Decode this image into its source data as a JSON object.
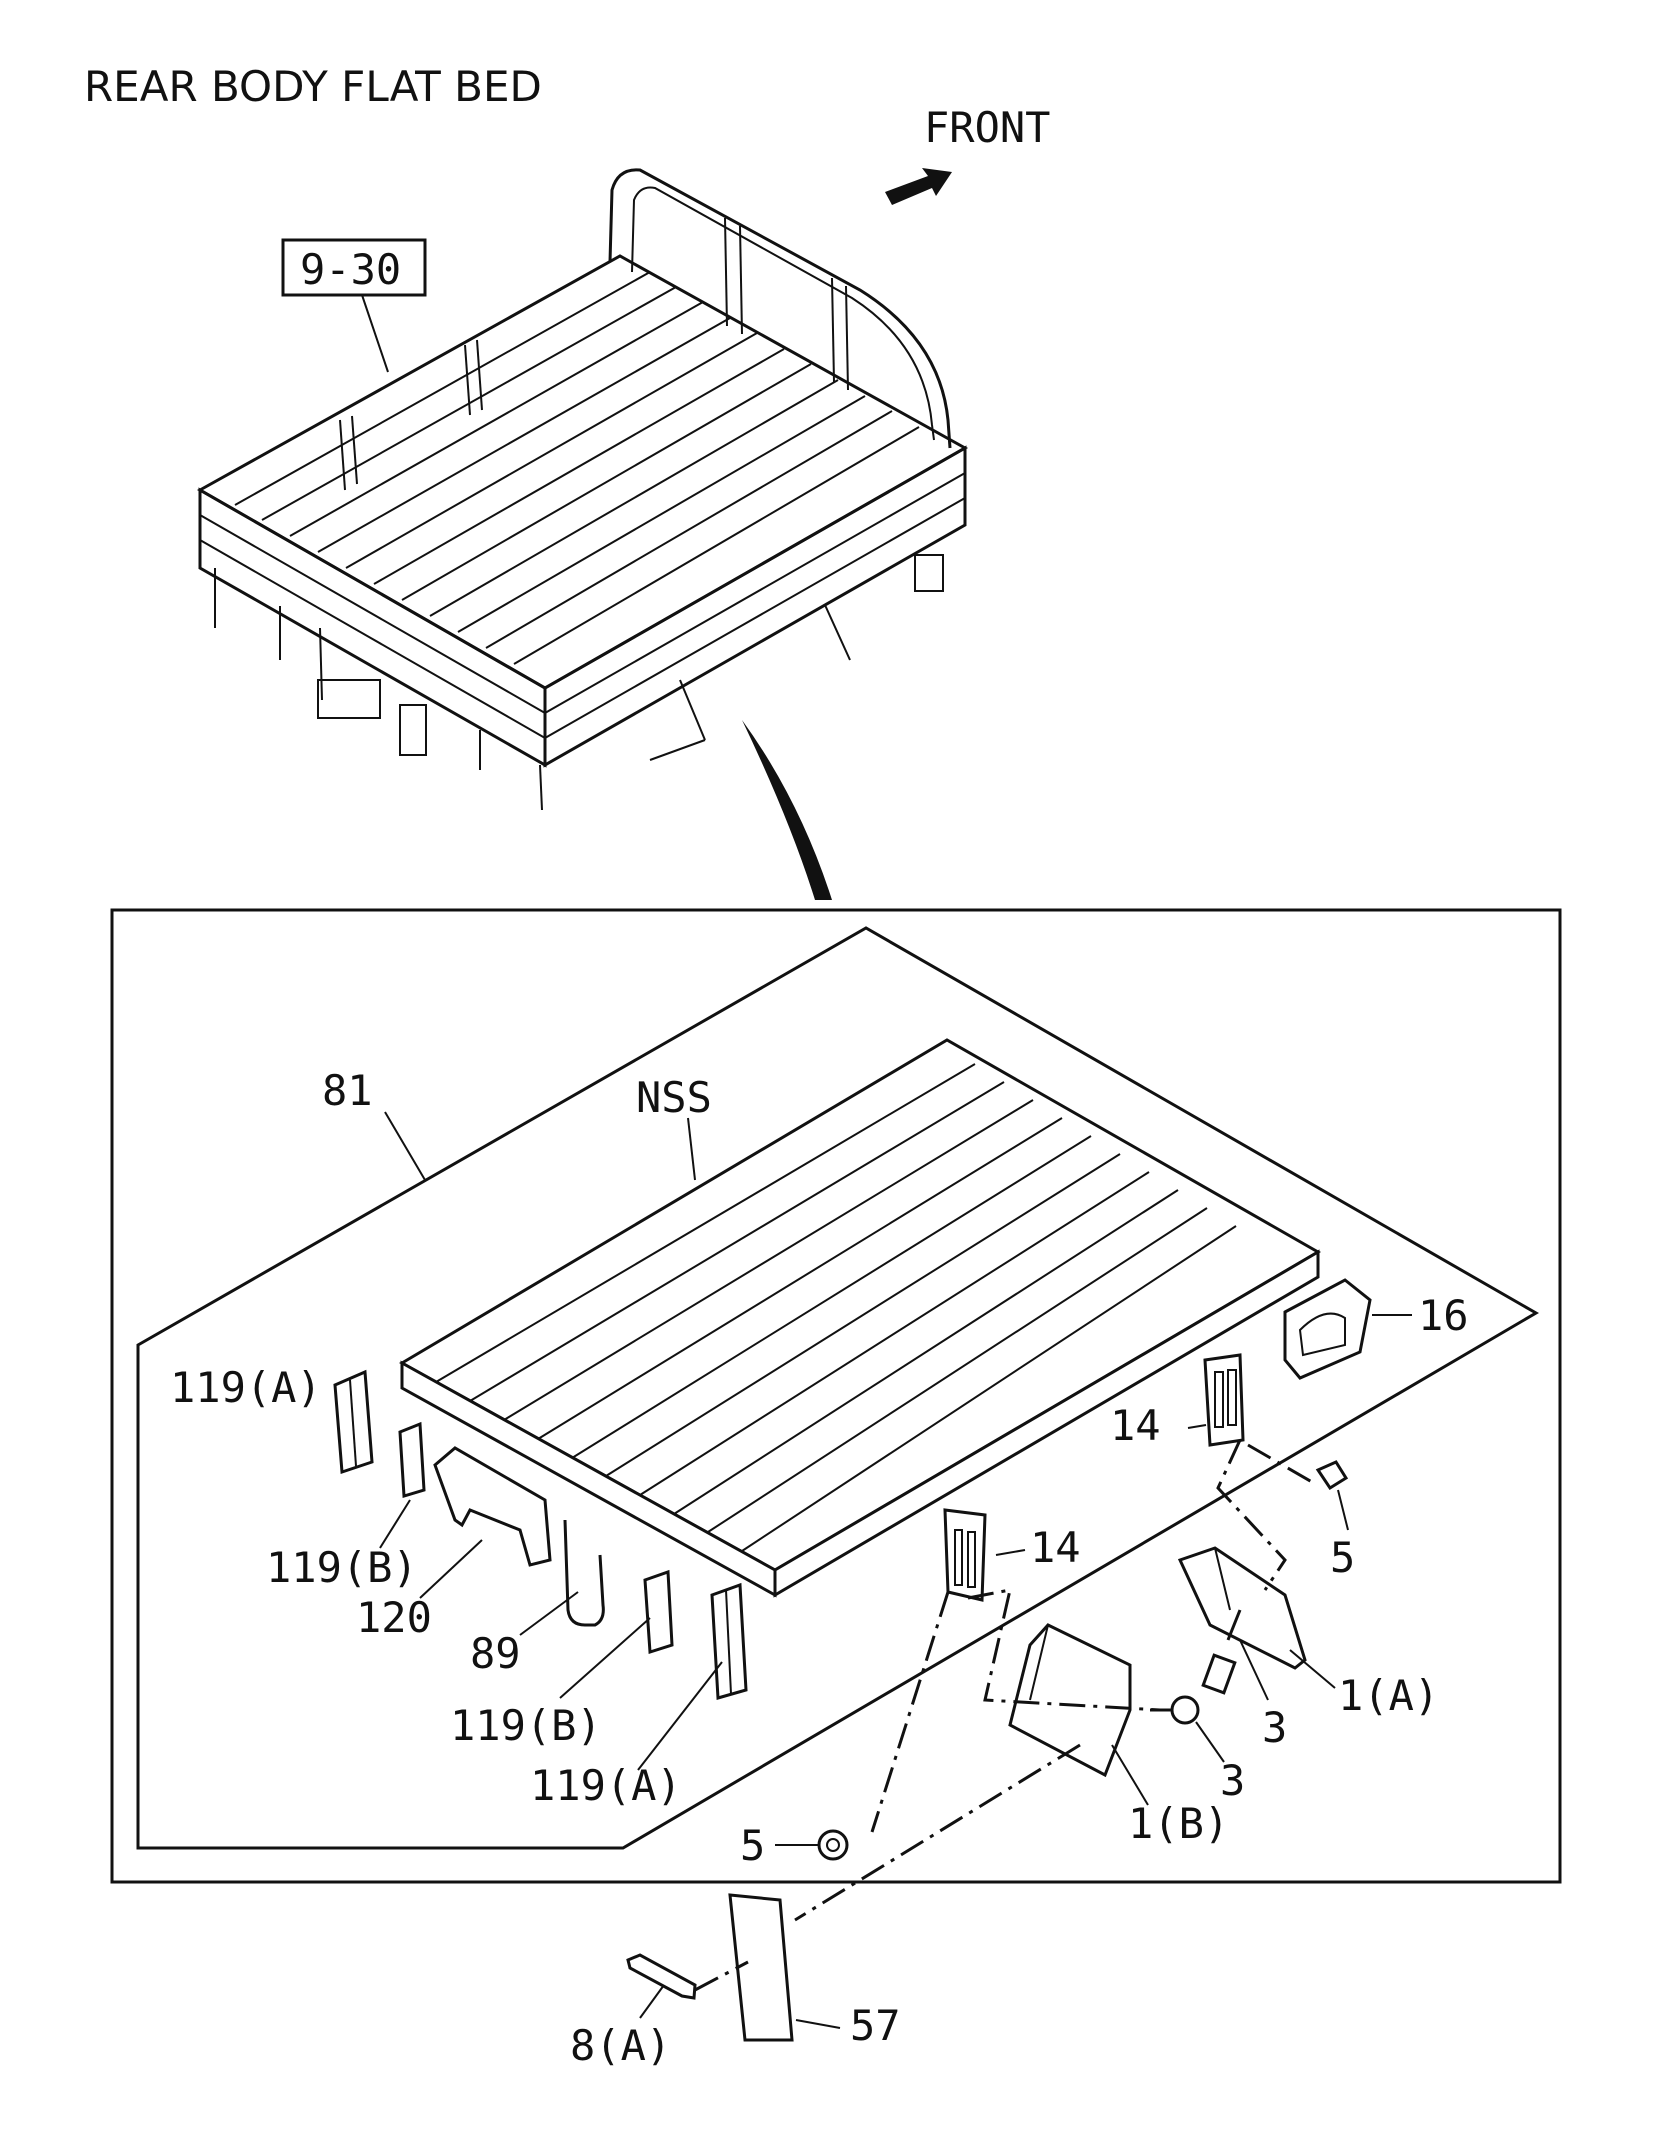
{
  "diagram": {
    "title": "REAR BODY FLAT BED",
    "direction_label": "FRONT",
    "reference_box": "9-30",
    "callouts": [
      {
        "id": "c81",
        "text": "81"
      },
      {
        "id": "cnss",
        "text": "NSS"
      },
      {
        "id": "c16",
        "text": "16"
      },
      {
        "id": "c14a",
        "text": "14"
      },
      {
        "id": "c5a",
        "text": "5"
      },
      {
        "id": "c14b",
        "text": "14"
      },
      {
        "id": "c1a",
        "text": "1(A)"
      },
      {
        "id": "c3a",
        "text": "3"
      },
      {
        "id": "c3b",
        "text": "3"
      },
      {
        "id": "c1b",
        "text": "1(B)"
      },
      {
        "id": "c5b",
        "text": "5"
      },
      {
        "id": "c119a1",
        "text": "119(A)"
      },
      {
        "id": "c119b1",
        "text": "119(B)"
      },
      {
        "id": "c120",
        "text": "120"
      },
      {
        "id": "c89",
        "text": "89"
      },
      {
        "id": "c119b2",
        "text": "119(B)"
      },
      {
        "id": "c119a2",
        "text": "119(A)"
      },
      {
        "id": "c8a",
        "text": "8(A)"
      },
      {
        "id": "c57",
        "text": "57"
      }
    ]
  }
}
